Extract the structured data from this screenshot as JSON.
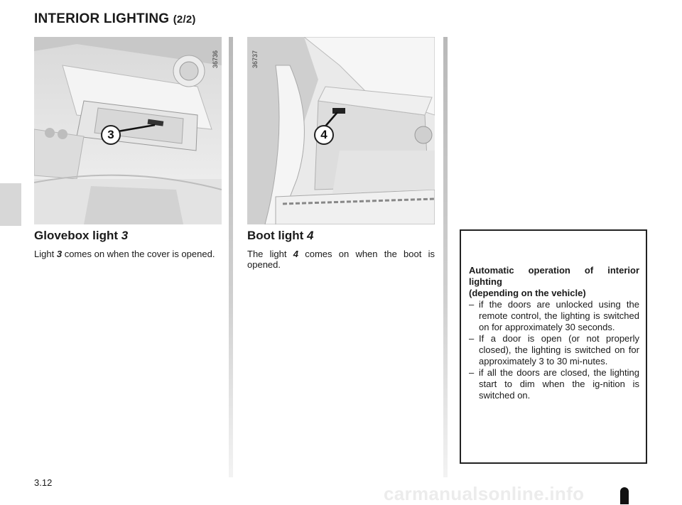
{
  "header": {
    "title": "INTERIOR LIGHTING",
    "subtitle": "(2/2)"
  },
  "figures": {
    "glovebox": {
      "id": "36736",
      "callout": "3"
    },
    "boot": {
      "id": "36737",
      "callout": "4"
    }
  },
  "glovebox_section": {
    "heading": "Glovebox light",
    "heading_num": "3",
    "text_pre": "Light",
    "text_num": "3",
    "text_post": "comes on when the cover is opened."
  },
  "boot_section": {
    "heading": "Boot light",
    "heading_num": "4",
    "text_pre": "The light",
    "text_num": "4",
    "text_post": "comes on when the boot is opened."
  },
  "info_box": {
    "title_lines": [
      "Automatic operation of interior lighting",
      "(depending on the vehicle)"
    ],
    "items": [
      "if the doors are unlocked using the remote control, the lighting is switched on for approximately 30 seconds.",
      "If a door is open (or not properly closed), the lighting is switched on for approximately 3 to 30 mi-nutes.",
      "if all the doors are closed, the lighting start to dim when the ig-nition is switched on."
    ],
    "dash": "–"
  },
  "footer": {
    "page_number": "3.12",
    "watermark": "carmanualsonline.info"
  }
}
